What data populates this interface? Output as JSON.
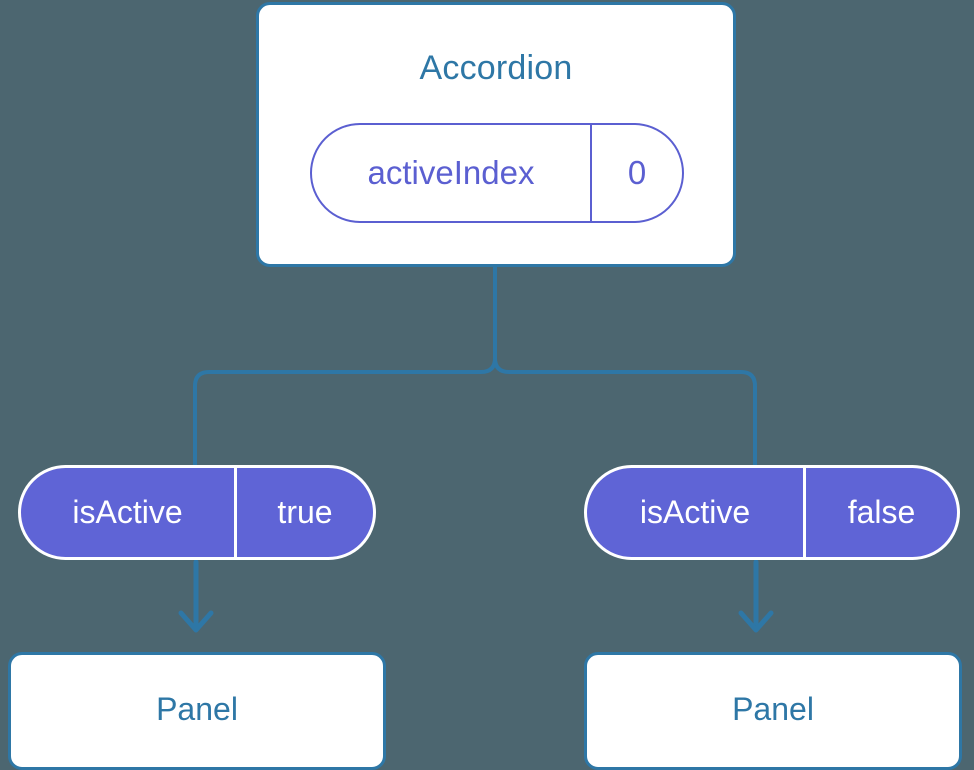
{
  "diagram": {
    "type": "component-tree",
    "background_color": "#4c6670",
    "accent_blue": "#2e77a6",
    "accent_purple_outline": "#5b5fd1",
    "accent_purple_fill": "#5f64d6",
    "root": {
      "title": "Accordion",
      "state_pill": {
        "key": "activeIndex",
        "value": "0"
      }
    },
    "branches": [
      {
        "prop_pill": {
          "key": "isActive",
          "value": "true"
        },
        "child": {
          "title": "Panel"
        },
        "arrow_icon": "arrow-down-icon"
      },
      {
        "prop_pill": {
          "key": "isActive",
          "value": "false"
        },
        "child": {
          "title": "Panel"
        },
        "arrow_icon": "arrow-down-icon"
      }
    ]
  }
}
